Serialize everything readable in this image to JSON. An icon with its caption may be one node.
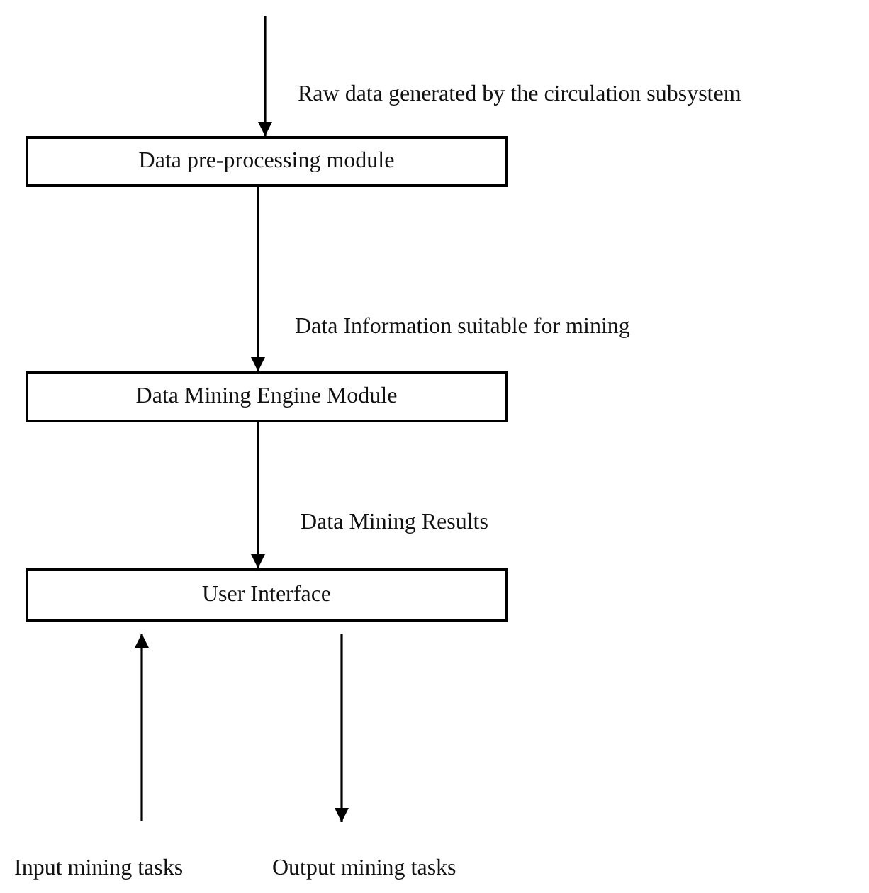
{
  "diagram": {
    "nodes": [
      {
        "text": [
          "Data pre-processing module"
        ]
      },
      {
        "text": [
          "Data Mining Engine Module"
        ]
      },
      {
        "text": [
          "User Interface"
        ]
      }
    ],
    "edges": [
      {
        "from": null,
        "to": 0,
        "arrow": "to",
        "label": "Raw data generated by the circulation subsystem"
      },
      {
        "from": 0,
        "to": 1,
        "arrow": "to",
        "label": "Data Information suitable for mining"
      },
      {
        "from": 1,
        "to": 2,
        "arrow": "to",
        "label": "Data Mining Results"
      },
      {
        "from": null,
        "to": 2,
        "arrow": "to"
      },
      {
        "from": 2,
        "to": null,
        "arrow": "to"
      }
    ],
    "labels": [
      "Input mining tasks",
      "Output mining tasks"
    ]
  }
}
